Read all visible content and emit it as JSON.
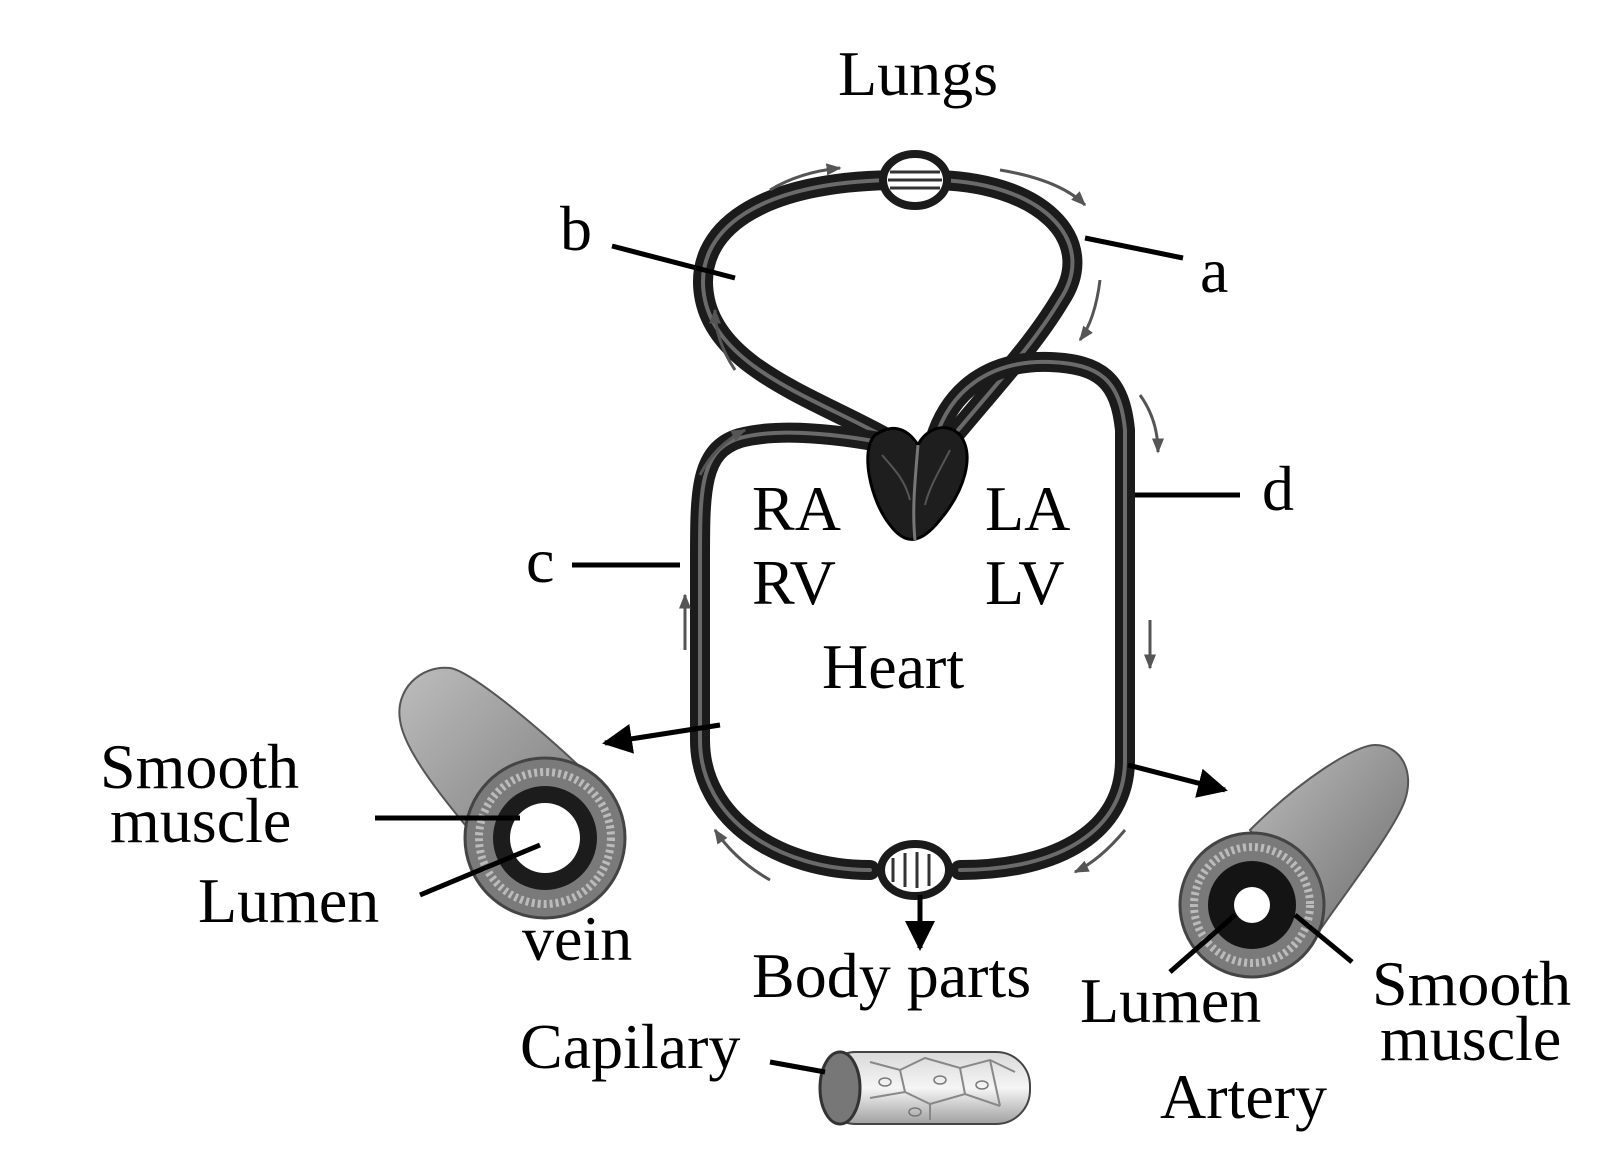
{
  "labels": {
    "lungs": "Lungs",
    "a": "a",
    "b": "b",
    "c": "c",
    "d": "d",
    "ra": "RA",
    "rv": "RV",
    "la": "LA",
    "lv": "LV",
    "heart": "Heart",
    "body_parts": "Body parts",
    "capilary": "Capilary",
    "vein": "vein",
    "artery": "Artery",
    "vein_smooth_1": "Smooth",
    "vein_smooth_2": "muscle",
    "vein_lumen": "Lumen",
    "artery_lumen": "Lumen",
    "artery_smooth_1": "Smooth",
    "artery_smooth_2": "muscle"
  },
  "colors": {
    "vessel": "#1b1b1b",
    "background": "#ffffff"
  }
}
